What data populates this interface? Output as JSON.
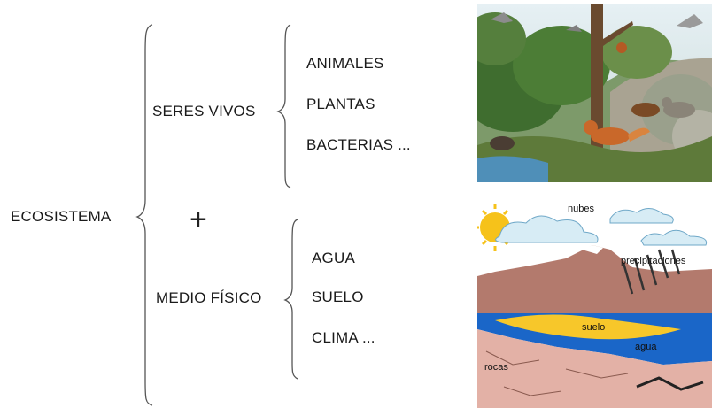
{
  "root": {
    "label": "ECOSISTEMA"
  },
  "plus": "+",
  "groups": [
    {
      "label": "SERES VIVOS",
      "items": [
        "ANIMALES",
        "PLANTAS",
        "BACTERIAS ..."
      ]
    },
    {
      "label": "MEDIO FÍSICO",
      "items": [
        "AGUA",
        "SUELO",
        "CLIMA ..."
      ]
    }
  ],
  "illustration_forest": {
    "subject": "forest with animals"
  },
  "illustration_cycle": {
    "labels": {
      "clouds": "nubes",
      "precipitation": "precipitaciones",
      "soil": "suelo",
      "water": "agua",
      "rocks": "rocas"
    }
  }
}
